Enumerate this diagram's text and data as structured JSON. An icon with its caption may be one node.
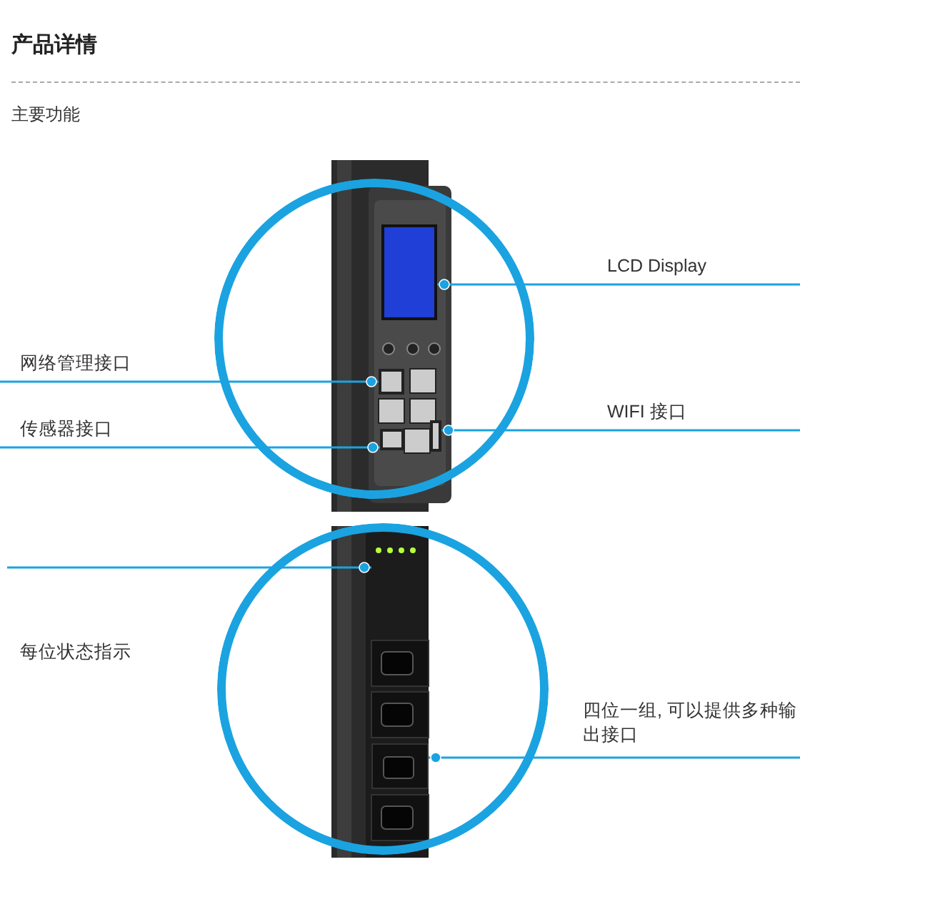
{
  "diagram": {
    "title": "产品详情",
    "nodes": [
      {
        "text": [],
        "shape": "circle"
      },
      {
        "text": [],
        "shape": "box",
        "in": 0
      },
      {
        "text": [],
        "shape": "box",
        "in": 0
      },
      {
        "text": [],
        "shape": "box",
        "in": 0
      },
      {
        "text": [],
        "shape": "box",
        "in": 0
      },
      {
        "text": [],
        "shape": "circle"
      },
      {
        "text": [],
        "shape": "box",
        "in": 5
      },
      {
        "text": [],
        "shape": "box",
        "in": 5
      },
      {
        "text": [
          "LCD Display"
        ]
      },
      {
        "text": [
          "网络管理接口"
        ]
      },
      {
        "text": [
          "传感器接口"
        ]
      },
      {
        "text": [
          "WIFI 接口"
        ]
      },
      {
        "text": [
          "每位状态指示"
        ]
      },
      {
        "text": [
          "四位一组, 可以提供多种输出接口"
        ]
      }
    ],
    "edges": [
      {
        "from": 8,
        "to": 1,
        "arrow": "other"
      },
      {
        "from": 9,
        "to": 2,
        "arrow": "other"
      },
      {
        "from": 10,
        "to": 3,
        "arrow": "other"
      },
      {
        "from": 11,
        "to": 4,
        "arrow": "other"
      },
      {
        "from": 12,
        "to": 6,
        "arrow": "other"
      },
      {
        "from": 13,
        "to": 7,
        "arrow": "other"
      }
    ],
    "labels": [
      "主要功能"
    ]
  }
}
